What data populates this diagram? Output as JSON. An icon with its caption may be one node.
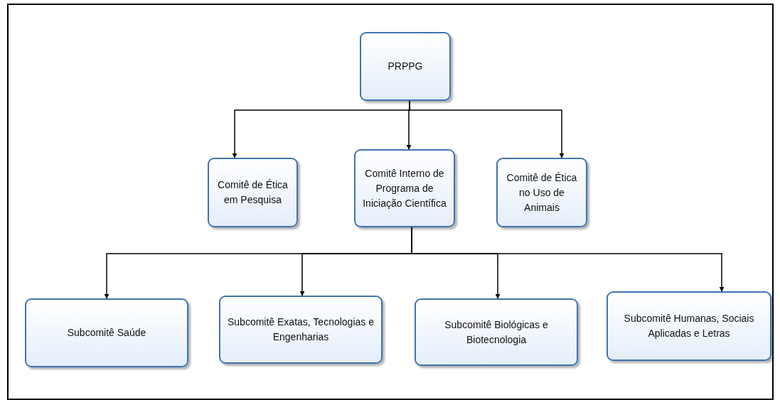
{
  "diagram": {
    "nodes": [
      {
        "text": [
          "PRPPG"
        ]
      },
      {
        "text": [
          "Comitê de Ética em Pesquisa"
        ]
      },
      {
        "text": [
          "Comitê Interno de Programa de Iniciação Científica"
        ]
      },
      {
        "text": [
          "Comitê de Ética no Uso de Animais"
        ]
      },
      {
        "text": [
          "Subcomitê Saúde"
        ]
      },
      {
        "text": [
          "Subcomitê Exatas, Tecnologias e Engenharias"
        ]
      },
      {
        "text": [
          "Subcomitê Biológicas e Biotecnologia"
        ]
      },
      {
        "text": [
          "Subcomitê Humanas, Sociais Aplicadas e Letras"
        ]
      }
    ],
    "edges": [
      {
        "from": 0,
        "to": 1,
        "arrow": "to"
      },
      {
        "from": 0,
        "to": 2,
        "arrow": "to"
      },
      {
        "from": 0,
        "to": 3,
        "arrow": "to"
      },
      {
        "from": 2,
        "to": 4,
        "arrow": "to"
      },
      {
        "from": 2,
        "to": 5,
        "arrow": "to"
      },
      {
        "from": 2,
        "to": 6,
        "arrow": "to"
      },
      {
        "from": 2,
        "to": 7,
        "arrow": "to"
      }
    ]
  }
}
